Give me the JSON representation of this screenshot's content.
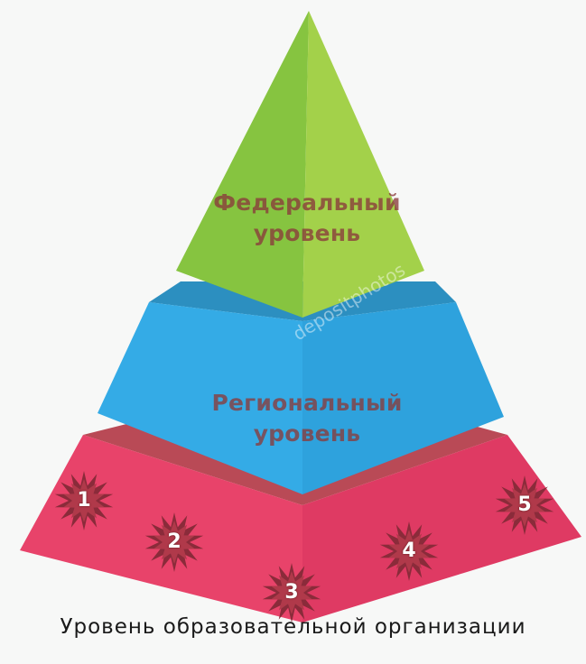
{
  "pyramid": {
    "tiers": [
      {
        "id": "federal",
        "lines": [
          "Федеральный",
          "уровень"
        ],
        "color": "#8cc63f"
      },
      {
        "id": "regional",
        "lines": [
          "Региональный",
          "уровень"
        ],
        "color": "#33a8e0"
      },
      {
        "id": "organization",
        "color": "#e23c64"
      }
    ],
    "markers": [
      "1",
      "2",
      "3",
      "4",
      "5"
    ],
    "caption": "Уровень образовательной организации",
    "watermark": "depositphotos"
  }
}
